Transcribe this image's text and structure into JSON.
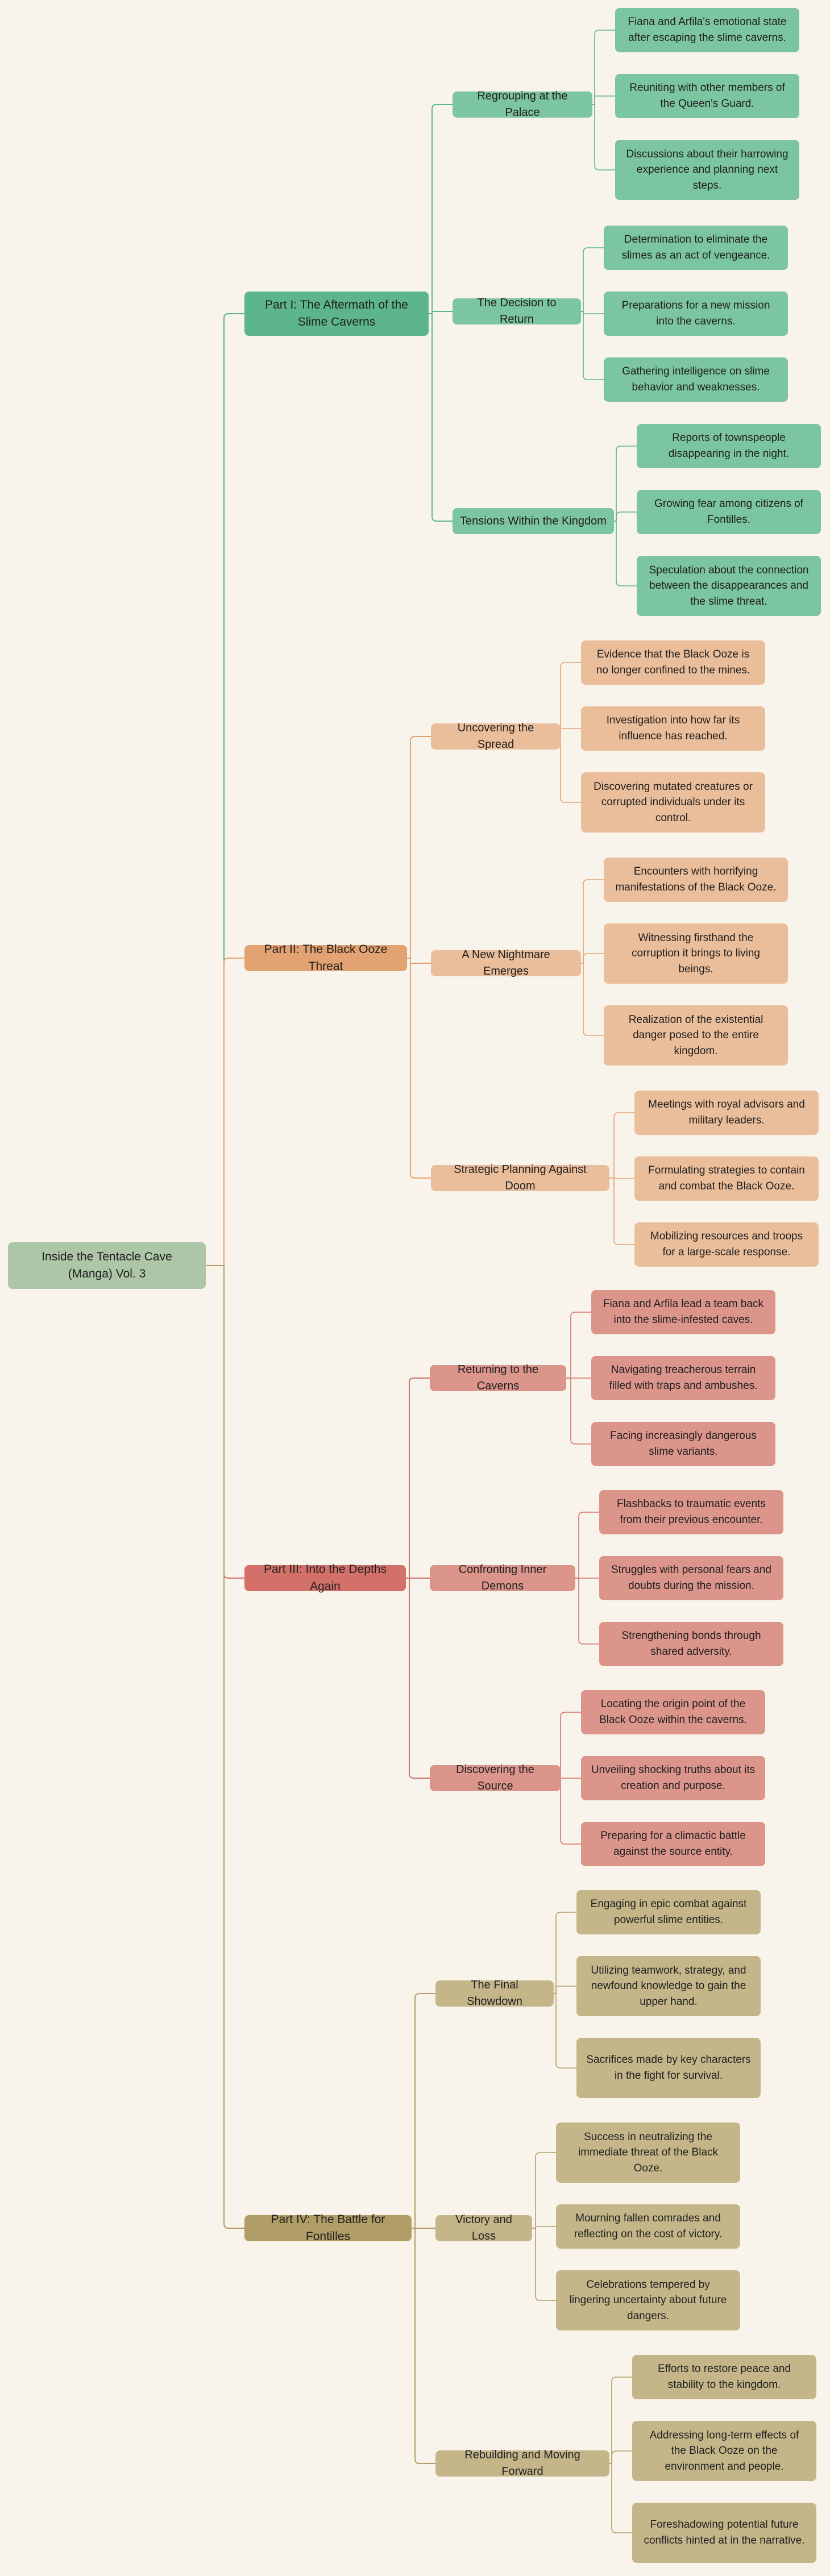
{
  "root": {
    "label": "Inside the Tentacle Cave (Manga) Vol. 3",
    "color": "#aec6a8"
  },
  "parts": [
    {
      "label": "Part I: The Aftermath of the Slime Caverns",
      "color": "#5db58c",
      "section_color": "#7cc5a1",
      "leaf_color": "#7cc5a1",
      "line_color": "#5db58c",
      "sections": [
        {
          "label": "Regrouping at the Palace",
          "leaves": [
            "Fiana and Arfila's emotional state after escaping the slime caverns.",
            "Reuniting with other members of the Queen's Guard.",
            "Discussions about their harrowing experience and planning next steps."
          ]
        },
        {
          "label": "The Decision to Return",
          "leaves": [
            "Determination to eliminate the slimes as an act of vengeance.",
            "Preparations for a new mission into the caverns.",
            "Gathering intelligence on slime behavior and weaknesses."
          ]
        },
        {
          "label": "Tensions Within the Kingdom",
          "leaves": [
            "Reports of townspeople disappearing in the night.",
            "Growing fear among citizens of Fontilles.",
            "Speculation about the connection between the disappearances and the slime threat."
          ]
        }
      ]
    },
    {
      "label": "Part II: The Black Ooze Threat",
      "color": "#e3a272",
      "section_color": "#ebbe9b",
      "leaf_color": "#ebbe9b",
      "line_color": "#e3a272",
      "sections": [
        {
          "label": "Uncovering the Spread",
          "leaves": [
            "Evidence that the Black Ooze is no longer confined to the mines.",
            "Investigation into how far its influence has reached.",
            "Discovering mutated creatures or corrupted individuals under its control."
          ]
        },
        {
          "label": "A New Nightmare Emerges",
          "leaves": [
            "Encounters with horrifying manifestations of the Black Ooze.",
            "Witnessing firsthand the corruption it brings to living beings.",
            "Realization of the existential danger posed to the entire kingdom."
          ]
        },
        {
          "label": "Strategic Planning Against Doom",
          "leaves": [
            "Meetings with royal advisors and military leaders.",
            "Formulating strategies to contain and combat the Black Ooze.",
            "Mobilizing resources and troops for a large-scale response."
          ]
        }
      ]
    },
    {
      "label": "Part III: Into the Depths Again",
      "color": "#d4706a",
      "section_color": "#dc958b",
      "leaf_color": "#dc958b",
      "line_color": "#d4706a",
      "sections": [
        {
          "label": "Returning to the Caverns",
          "leaves": [
            "Fiana and Arfila lead a team back into the slime-infested caves.",
            "Navigating treacherous terrain filled with traps and ambushes.",
            "Facing increasingly dangerous slime variants."
          ]
        },
        {
          "label": "Confronting Inner Demons",
          "leaves": [
            "Flashbacks to traumatic events from their previous encounter.",
            "Struggles with personal fears and doubts during the mission.",
            "Strengthening bonds through shared adversity."
          ]
        },
        {
          "label": "Discovering the Source",
          "leaves": [
            "Locating the origin point of the Black Ooze within the caverns.",
            "Unveiling shocking truths about its creation and purpose.",
            "Preparing for a climactic battle against the source entity."
          ]
        }
      ]
    },
    {
      "label": "Part IV: The Battle for Fontilles",
      "color": "#b19e67",
      "section_color": "#c5b68a",
      "leaf_color": "#c5b68a",
      "line_color": "#b19e67",
      "sections": [
        {
          "label": "The Final Showdown",
          "leaves": [
            "Engaging in epic combat against powerful slime entities.",
            "Utilizing teamwork, strategy, and newfound knowledge to gain the upper hand.",
            "Sacrifices made by key characters in the fight for survival."
          ]
        },
        {
          "label": "Victory and Loss",
          "leaves": [
            "Success in neutralizing the immediate threat of the Black Ooze.",
            "Mourning fallen comrades and reflecting on the cost of victory.",
            "Celebrations tempered by lingering uncertainty about future dangers."
          ]
        },
        {
          "label": "Rebuilding and Moving Forward",
          "leaves": [
            "Efforts to restore peace and stability to the kingdom.",
            "Addressing long-term effects of the Black Ooze on the environment and people.",
            "Foreshadowing potential future conflicts hinted at in the narrative."
          ]
        }
      ]
    }
  ]
}
